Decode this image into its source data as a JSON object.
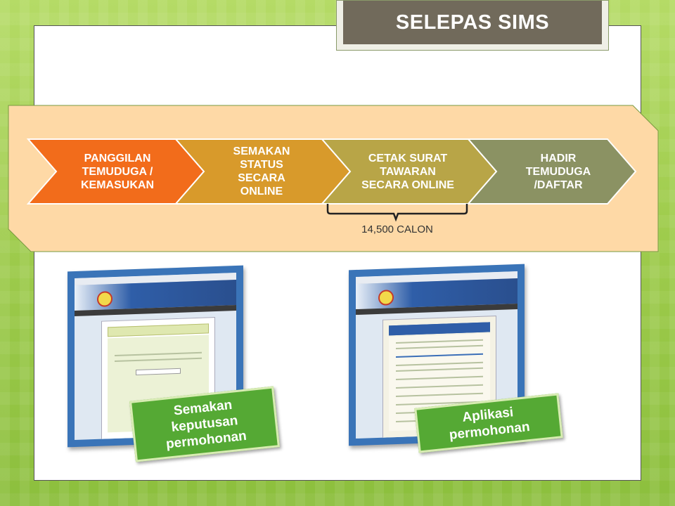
{
  "slide": {
    "title": "SELEPAS SIMS"
  },
  "flow": {
    "steps": [
      {
        "label": "PANGGILAN TEMUDUGA / KEMASUKAN",
        "color": "#f26c1b"
      },
      {
        "label": "SEMAKAN STATUS SECARA ONLINE",
        "color": "#d89a2b"
      },
      {
        "label": "CETAK SURAT TAWARAN SECARA ONLINE",
        "color": "#b8a547"
      },
      {
        "label": "HADIR TEMUDUGA /DAFTAR",
        "color": "#8b9263"
      }
    ],
    "bracket_label": "14,500 CALON",
    "band_color": "#fed9a6"
  },
  "screenshots": [
    {
      "caption": "Semakan keputusan permohonan"
    },
    {
      "caption": "Aplikasi permohonan"
    }
  ]
}
